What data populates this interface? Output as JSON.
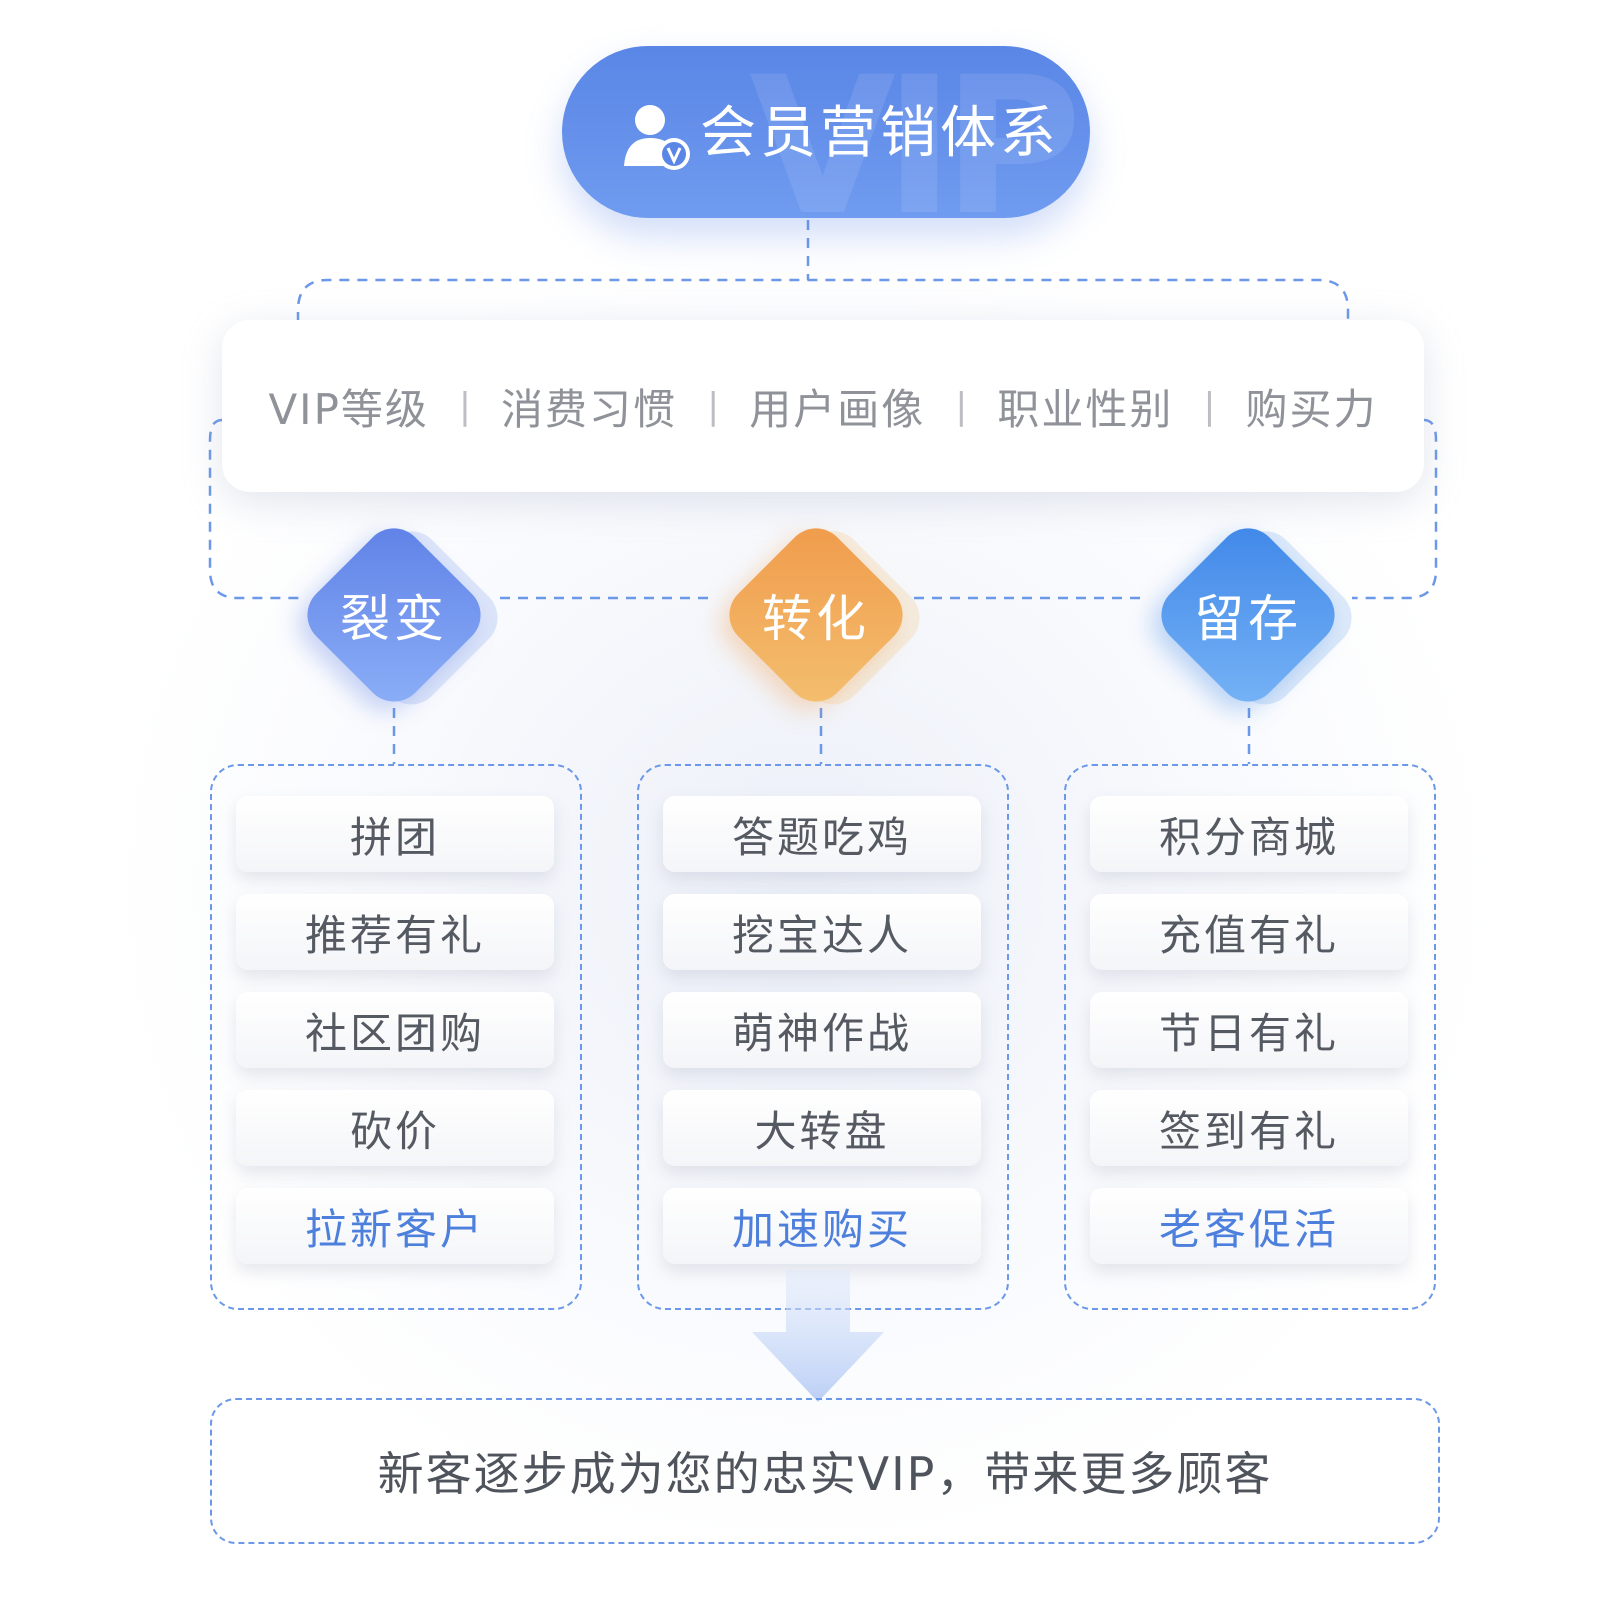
{
  "header": {
    "title": "会员营销体系",
    "icon": "member-vip-icon",
    "watermark": "VIP",
    "gradient_top": "#5a86e6",
    "gradient_bottom": "#6f9bf0"
  },
  "attributes": [
    "VIP等级",
    "消费习惯",
    "用户画像",
    "职业性别",
    "购买力"
  ],
  "separator": "|",
  "categories": [
    {
      "label": "裂变",
      "color": "#5e80e6",
      "items": [
        "拼团",
        "推荐有礼",
        "社区团购",
        "砍价"
      ],
      "result": "拉新客户"
    },
    {
      "label": "转化",
      "color": "#f09a4a",
      "items": [
        "答题吃鸡",
        "挖宝达人",
        "萌神作战",
        "大转盘"
      ],
      "result": "加速购买"
    },
    {
      "label": "留存",
      "color": "#3e86e8",
      "items": [
        "积分商城",
        "充值有礼",
        "节日有礼",
        "签到有礼"
      ],
      "result": "老客促活"
    }
  ],
  "conclusion": "新客逐步成为您的忠实VIP，带来更多顾客",
  "colors": {
    "dash_border": "#6b98e8",
    "highlight_text": "#4d7fdc",
    "item_text": "#555a62",
    "attr_text": "#8f9298"
  }
}
